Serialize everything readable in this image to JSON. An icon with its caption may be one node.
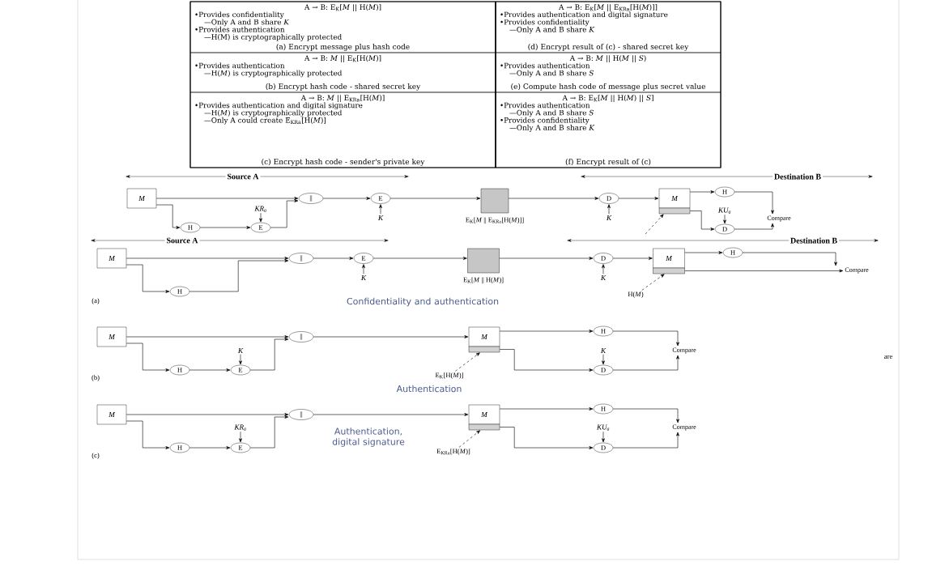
{
  "diagram": {
    "nodes": [
      {
        "text": [
          "M"
        ]
      },
      {
        "text": [
          "H"
        ]
      },
      {
        "text": [
          "KR$_{a}$"
        ]
      },
      {
        "text": [
          "E"
        ]
      },
      {
        "text": [
          "||"
        ]
      },
      {
        "text": [
          "E"
        ]
      },
      {
        "text": [
          "K"
        ]
      },
      {
        "text": [],
        "shape": "box",
        "beside": [
          "E$_{K}$[*M* || E$_{KRa}$[H(*M*)]]"
        ]
      },
      {
        "text": [
          "D"
        ]
      },
      {
        "text": [
          "K"
        ]
      },
      {
        "text": [
          "M"
        ]
      },
      {
        "text": [],
        "shape": "bar"
      },
      {
        "text": [
          "H"
        ]
      },
      {
        "text": [
          "KU$_{a}$"
        ]
      },
      {
        "text": [
          "D"
        ]
      },
      {
        "text": [
          "Compare"
        ]
      },
      {
        "text": [
          "M"
        ]
      },
      {
        "text": [
          "H"
        ]
      },
      {
        "text": [
          "||"
        ]
      },
      {
        "text": [
          "E"
        ]
      },
      {
        "text": [
          "K"
        ]
      },
      {
        "text": [],
        "shape": "box",
        "beside": [
          "E$_{K}$[*M* || H(*M*)]"
        ]
      },
      {
        "text": [
          "D"
        ]
      },
      {
        "text": [
          "K"
        ]
      },
      {
        "text": [
          "M"
        ]
      },
      {
        "text": [],
        "shape": "bar"
      },
      {
        "text": [
          "H(*M*)"
        ]
      },
      {
        "text": [
          "H"
        ]
      },
      {
        "text": [
          "Compare"
        ]
      },
      {
        "text": [
          "M"
        ]
      },
      {
        "text": [
          "H"
        ]
      },
      {
        "text": [
          "K"
        ]
      },
      {
        "text": [
          "E"
        ]
      },
      {
        "text": [
          "||"
        ]
      },
      {
        "text": [
          "M"
        ]
      },
      {
        "text": [],
        "shape": "bar"
      },
      {
        "text": [
          "E$_{K}$[H(*M*)]"
        ]
      },
      {
        "text": [
          "H"
        ]
      },
      {
        "text": [
          "K"
        ]
      },
      {
        "text": [
          "D"
        ]
      },
      {
        "text": [
          "Compare"
        ]
      },
      {
        "text": [
          "M"
        ]
      },
      {
        "text": [
          "H"
        ]
      },
      {
        "text": [
          "KR$_{a}$"
        ]
      },
      {
        "text": [
          "E"
        ]
      },
      {
        "text": [
          "||"
        ]
      },
      {
        "text": [
          "M"
        ]
      },
      {
        "text": [],
        "shape": "bar"
      },
      {
        "text": [
          "E$_{KRa}$[H(*M*)]"
        ]
      },
      {
        "text": [
          "H"
        ]
      },
      {
        "text": [
          "KU$_{a}$"
        ]
      },
      {
        "text": [
          "D"
        ]
      },
      {
        "text": [
          "Compare"
        ]
      }
    ],
    "edges": [
      {
        "from": 0,
        "to": 4,
        "arrow": "to"
      },
      {
        "from": 0,
        "to": 1,
        "arrow": "to"
      },
      {
        "from": 1,
        "to": 3,
        "arrow": "to"
      },
      {
        "from": 2,
        "to": 3,
        "arrow": "to"
      },
      {
        "from": 3,
        "to": 4,
        "arrow": "to"
      },
      {
        "from": 4,
        "to": 5,
        "arrow": "to"
      },
      {
        "from": 6,
        "to": 5,
        "arrow": "to"
      },
      {
        "from": 5,
        "to": 7,
        "arrow": "to"
      },
      {
        "from": 7,
        "to": 8,
        "arrow": "to"
      },
      {
        "from": 9,
        "to": 8,
        "arrow": "to"
      },
      {
        "from": 8,
        "to": 10,
        "arrow": "to"
      },
      {
        "from": 10,
        "to": 12,
        "arrow": "to"
      },
      {
        "from": 11,
        "to": 14,
        "arrow": "to"
      },
      {
        "from": 13,
        "to": 14,
        "arrow": "to"
      },
      {
        "from": 12,
        "to": 15,
        "arrow": "to"
      },
      {
        "from": 14,
        "to": 15,
        "arrow": "to"
      },
      {
        "from": null,
        "to": 11,
        "arrow": "to",
        "style": "dashed"
      },
      {
        "from": 16,
        "to": 18,
        "arrow": "to"
      },
      {
        "from": 16,
        "to": 17,
        "arrow": "to"
      },
      {
        "from": 17,
        "to": 18,
        "arrow": "to"
      },
      {
        "from": 18,
        "to": 19,
        "arrow": "to"
      },
      {
        "from": 20,
        "to": 19,
        "arrow": "to"
      },
      {
        "from": 19,
        "to": 21,
        "arrow": "to"
      },
      {
        "from": 21,
        "to": 22,
        "arrow": "to"
      },
      {
        "from": 23,
        "to": 22,
        "arrow": "to"
      },
      {
        "from": 22,
        "to": 24,
        "arrow": "to"
      },
      {
        "from": 24,
        "to": 27,
        "arrow": "to"
      },
      {
        "from": 27,
        "to": 28,
        "arrow": "to"
      },
      {
        "from": 25,
        "to": 28,
        "arrow": "to"
      },
      {
        "from": 26,
        "to": 25,
        "arrow": "to",
        "style": "dashed"
      },
      {
        "from": 29,
        "to": 33,
        "arrow": "to"
      },
      {
        "from": 29,
        "to": 30,
        "arrow": "to"
      },
      {
        "from": 30,
        "to": 32,
        "arrow": "to"
      },
      {
        "from": 31,
        "to": 32,
        "arrow": "to"
      },
      {
        "from": 32,
        "to": 33,
        "arrow": "to"
      },
      {
        "from": 33,
        "to": 34,
        "arrow": "to"
      },
      {
        "from": 34,
        "to": 37,
        "arrow": "to"
      },
      {
        "from": 35,
        "to": 39,
        "arrow": "to"
      },
      {
        "from": 38,
        "to": 39,
        "arrow": "to"
      },
      {
        "from": 37,
        "to": 40,
        "arrow": "to"
      },
      {
        "from": 39,
        "to": 40,
        "arrow": "to"
      },
      {
        "from": 36,
        "to": 35,
        "arrow": "to",
        "style": "dashed"
      },
      {
        "from": 41,
        "to": 45,
        "arrow": "to"
      },
      {
        "from": 41,
        "to": 42,
        "arrow": "to"
      },
      {
        "from": 42,
        "to": 44,
        "arrow": "to"
      },
      {
        "from": 43,
        "to": 44,
        "arrow": "to"
      },
      {
        "from": 44,
        "to": 45,
        "arrow": "to"
      },
      {
        "from": 45,
        "to": 46,
        "arrow": "to"
      },
      {
        "from": 46,
        "to": 49,
        "arrow": "to"
      },
      {
        "from": 47,
        "to": 51,
        "arrow": "to"
      },
      {
        "from": 50,
        "to": 51,
        "arrow": "to"
      },
      {
        "from": 49,
        "to": 52,
        "arrow": "to"
      },
      {
        "from": 51,
        "to": 52,
        "arrow": "to"
      },
      {
        "from": 48,
        "to": 47,
        "arrow": "to",
        "style": "dashed"
      }
    ],
    "labels": [
      "A → B: E$_{K}$[*M* || H(*M*)]",
      "•Provides confidentiality",
      "—Only A and B share *K*",
      "•Provides authentication",
      "—H(M) is cryptographically protected",
      "(a) Encrypt message plus hash code",
      "A → B: E$_{K}$[*M* || E$_{KRa}$[H(*M*)]]",
      "•Provides authentication and digital signature",
      "•Provides confidentiality",
      "—Only A and B share *K*",
      "(d) Encrypt result of (c) - shared secret key",
      "A → B: *M* || E$_{K}$[H(*M*)]",
      "•Provides authentication",
      "—H(*M*) is cryptographically protected",
      "(b) Encrypt hash code - shared secret key",
      "A → B: *M* || H(*M* || *S*)",
      "•Provides authentication",
      "—Only A and B share *S*",
      "(e) Compute hash code of message plus secret value",
      "A → B: *M* || E$_{KRa}$[H(*M*)]",
      "•Provides authentication and digital signature",
      "—H(*M*) is cryptographically protected",
      "—Only A could create E$_{KRa}$[H(*M*)]",
      "(c) Encrypt hash code - sender's private key",
      "A → B: E$_{K}$[*M* || H(*M*) || *S*]",
      "•Provides authentication",
      "—Only A and B share *S*",
      "•Provides confidentiality",
      "—Only A and B share *K*",
      "(f) Encrypt result of (c)",
      "Source A",
      "Destination B",
      "Source A",
      "Destination B",
      "(a)",
      "Confidentiality and authentication",
      "(b)",
      "Authentication",
      "are",
      "Authentication, digital signature",
      "(c)"
    ]
  }
}
